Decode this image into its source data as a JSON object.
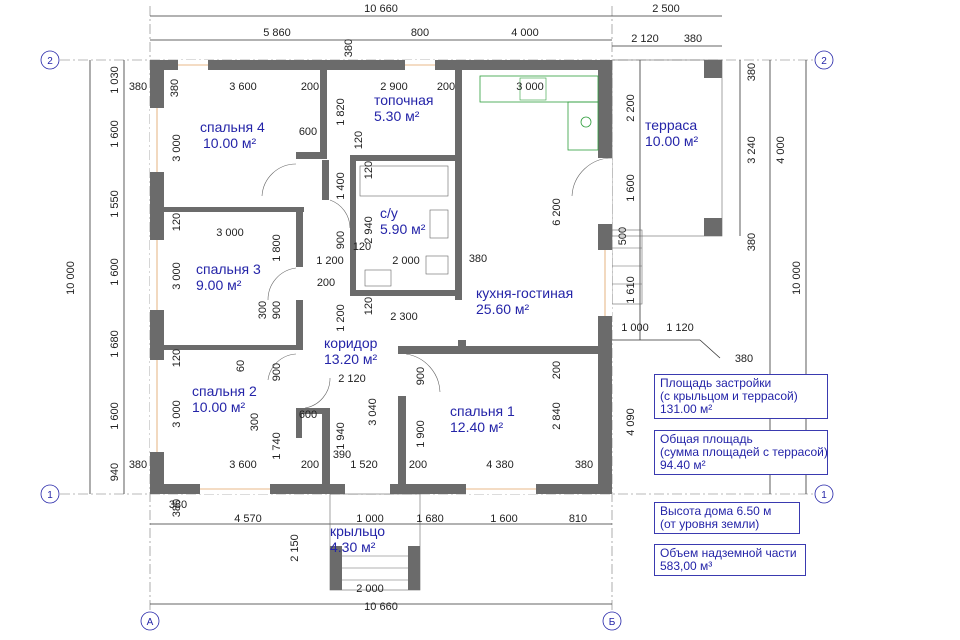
{
  "axes": {
    "top_left": "2",
    "top_right": "2",
    "left_1": "1",
    "right_1": "1",
    "bottom_a": "А",
    "bottom_b": "Б"
  },
  "dims_top": {
    "total": "10 660",
    "terrace_total": "2 500",
    "seg1": "5 860",
    "seg2": "800",
    "seg3": "4 000",
    "terr1": "2 120",
    "terr2": "380",
    "wall_mid": "380"
  },
  "dims_left": {
    "d1": "1 030",
    "d2": "1 600",
    "d3": "1 550",
    "d4": "1 600",
    "d5": "1 680",
    "d6": "1 600",
    "d7": "940",
    "total": "10 000"
  },
  "dims_right": {
    "total": "10 000",
    "r1": "4 000",
    "r2": "3 240",
    "r3": "380",
    "r4": "380",
    "r5": "4 090",
    "r6": "2 200",
    "r7": "1 600",
    "r8": "500",
    "r9": "1 610",
    "r10": "1 000",
    "r11": "1 120",
    "r12": "380"
  },
  "dims_bottom": {
    "b1": "4 570",
    "b2": "1 000",
    "b3": "1 680",
    "b4": "1 600",
    "b5": "810",
    "b6": "380",
    "porch_w": "2 000",
    "total": "10 660",
    "porch_h": "2 150"
  },
  "dims_inner": {
    "i1": "380",
    "i2": "380",
    "i3": "3 600",
    "i4": "200",
    "i5": "2 900",
    "i6": "200",
    "i7": "3 000",
    "i8": "1 820",
    "i9": "600",
    "i10": "3 000",
    "i11": "120",
    "i12": "3 000",
    "i13": "1 800",
    "i14": "3 000",
    "i15": "1 400",
    "i16": "120",
    "i17": "120",
    "i18": "900",
    "i19": "2 940",
    "i20": "120",
    "i21": "1 200",
    "i22": "2 000",
    "i23": "380",
    "i24": "200",
    "i25": "6 200",
    "i26": "120",
    "i27": "2 300",
    "i28": "1 200",
    "i29": "300",
    "i30": "900",
    "i31": "120",
    "i32": "60",
    "i33": "900",
    "i34": "2 120",
    "i35": "900",
    "i36": "200",
    "i37": "3 000",
    "i38": "300",
    "i39": "600",
    "i40": "1 740",
    "i41": "1 940",
    "i42": "3 040",
    "i43": "1 900",
    "i44": "2 840",
    "i45": "390",
    "i46": "380",
    "i47": "3 600",
    "i48": "200",
    "i49": "1 520",
    "i50": "200",
    "i51": "4 380",
    "i52": "380",
    "i53": "380"
  },
  "rooms": [
    {
      "name": "спальня 4",
      "area": "10.00 м²"
    },
    {
      "name": "топочная",
      "area": "5.30 м²"
    },
    {
      "name": "терраса",
      "area": "10.00 м²"
    },
    {
      "name": "с/у",
      "area": "5.90 м²"
    },
    {
      "name": "спальня 3",
      "area": "9.00 м²"
    },
    {
      "name": "кухня-гостиная",
      "area": "25.60 м²"
    },
    {
      "name": "коридор",
      "area": "13.20 м²"
    },
    {
      "name": "спальня 2",
      "area": "10.00 м²"
    },
    {
      "name": "спальня 1",
      "area": "12.40 м²"
    },
    {
      "name": "крыльцо",
      "area": "4.30 м²"
    }
  ],
  "info": {
    "built_area": {
      "l1": "Площадь застройки",
      "l2": "(с крыльцом и террасой)",
      "l3": "131.00 м²"
    },
    "total_area": {
      "l1": "Общая площадь",
      "l2": "(сумма площадей с террасой)",
      "l3": "94.40 м²"
    },
    "height": {
      "l1": "Высота дома  6.50 м",
      "l2": "(от уровня земли)"
    },
    "volume": {
      "l1": "Объем надземной части",
      "l2": "583,00 м³"
    }
  },
  "colors": {
    "wall": "#6b6b6b",
    "room_text": "#2424a8",
    "kitchen_fixture": "#2e9d3c",
    "window": "#e0a060"
  }
}
